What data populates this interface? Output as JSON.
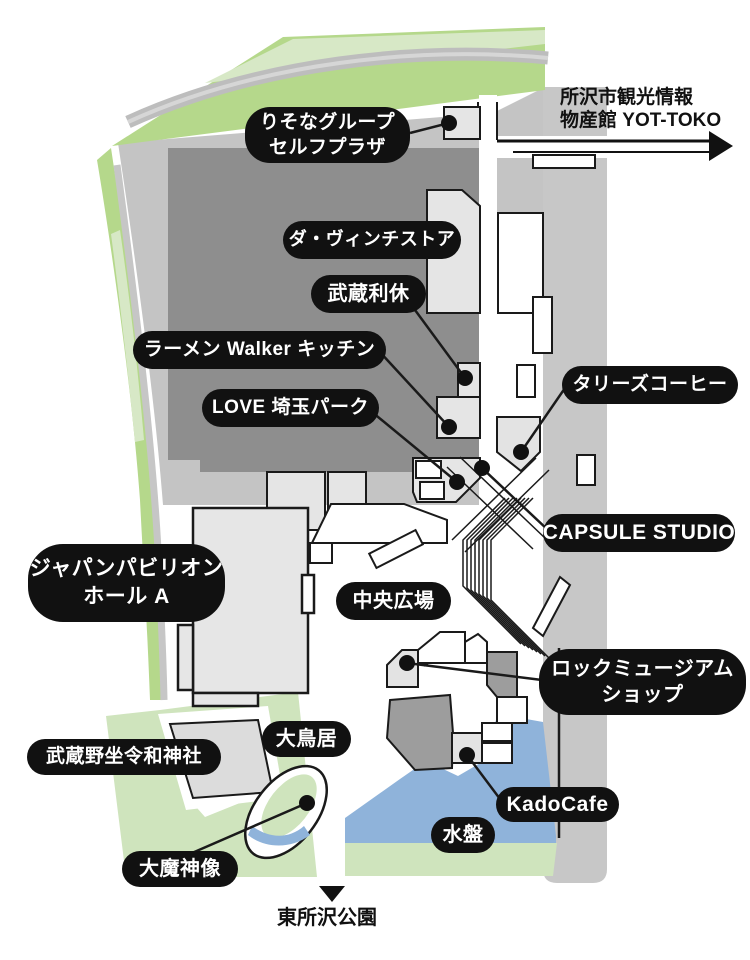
{
  "map_title": "Tokorozawa Sakura Town facility map",
  "colors": {
    "pill_bg": "#111111",
    "pill_text": "#ffffff",
    "outline": "#1a1a1a",
    "ground": "#c4c4c4",
    "road_strip": "#c7c7c7",
    "dark_building": "#8e8e8e",
    "museum_gray": "#9d9d9d",
    "light_room": "#e5e5e5",
    "green": "#cfe4bd",
    "green_bright": "#b5d88b",
    "water": "#8fb3da"
  },
  "annotations": {
    "yottoko_line1": "所沢市観光情報",
    "yottoko_line2": "物産館 YOT-TOKO",
    "park_exit_label": "東所沢公園"
  },
  "map": {
    "labels": [
      {
        "id": "risona",
        "lines": [
          "りそなグループ",
          "セルフプラザ"
        ]
      },
      {
        "id": "davinci",
        "lines": [
          "ダ・ヴィンチストア"
        ]
      },
      {
        "id": "musashi-rikyu",
        "lines": [
          "武蔵利休"
        ]
      },
      {
        "id": "ramen-walker",
        "lines": [
          "ラーメン Walker キッチン"
        ]
      },
      {
        "id": "love-saitama",
        "lines": [
          "LOVE 埼玉パーク"
        ]
      },
      {
        "id": "tullys",
        "lines": [
          "タリーズコーヒー"
        ]
      },
      {
        "id": "capsule-studio",
        "lines": [
          "CAPSULE STUDIO"
        ]
      },
      {
        "id": "japan-pavilion",
        "lines": [
          "ジャパンパビリオン",
          "ホール A"
        ]
      },
      {
        "id": "chuo-hiroba",
        "lines": [
          "中央広場"
        ]
      },
      {
        "id": "rock-museum-shop",
        "lines": [
          "ロックミュージアム",
          "ショップ"
        ]
      },
      {
        "id": "musashino-reiwa-shrine",
        "lines": [
          "武蔵野坐令和神社"
        ]
      },
      {
        "id": "otorii",
        "lines": [
          "大鳥居"
        ]
      },
      {
        "id": "kadocafe",
        "lines": [
          "KadoCafe"
        ]
      },
      {
        "id": "daimajin",
        "lines": [
          "大魔神像"
        ]
      },
      {
        "id": "suiban",
        "lines": [
          "水盤"
        ]
      }
    ]
  }
}
